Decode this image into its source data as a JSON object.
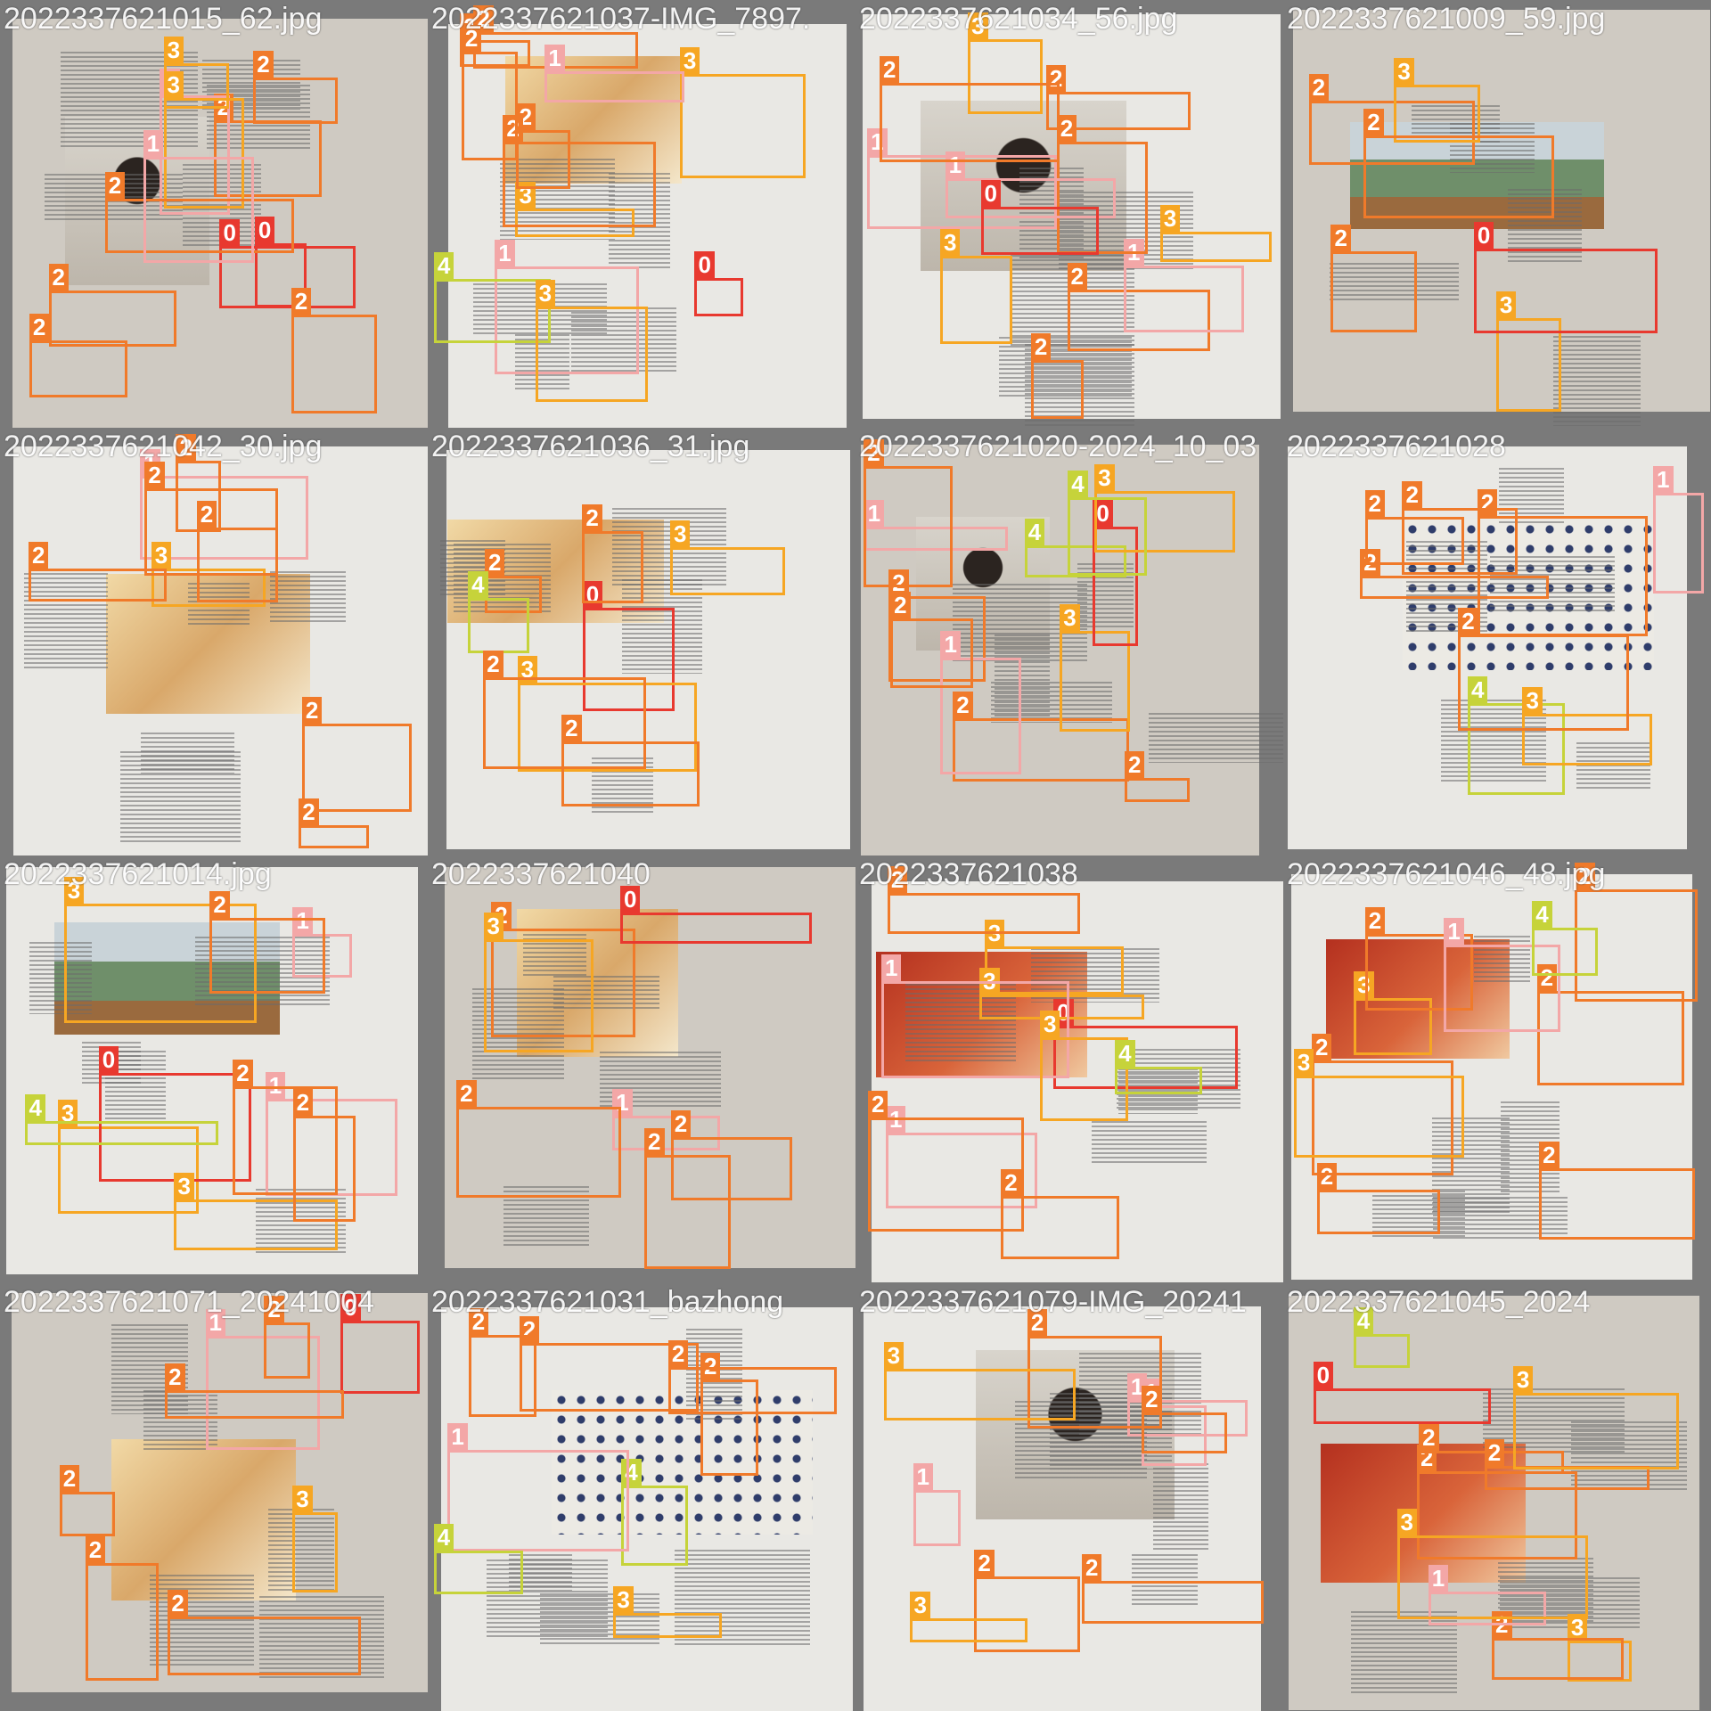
{
  "grid": {
    "rows": 4,
    "cols": 4
  },
  "colors": {
    "class0": "#e8392f",
    "class1": "#f3a7a7",
    "class2": "#f07a2a",
    "class3": "#f6a623",
    "class4": "#c6d33a"
  },
  "tiles": [
    {
      "filename": "2022337621015_62.jpg",
      "bg": "person"
    },
    {
      "filename": "2022337621037-IMG_7897.",
      "bg": "cartoon"
    },
    {
      "filename": "2022337621034_56.jpg",
      "bg": "person"
    },
    {
      "filename": "2022337621009_59.jpg",
      "bg": "landscape"
    },
    {
      "filename": "2022337621042_30.jpg",
      "bg": "cartoon"
    },
    {
      "filename": "2022337621036_31.jpg",
      "bg": "cartoon"
    },
    {
      "filename": "2022337621020-2024_10_03",
      "bg": "person"
    },
    {
      "filename": "2022337621028",
      "bg": "dots"
    },
    {
      "filename": "2022337621014.jpg",
      "bg": "landscape"
    },
    {
      "filename": "2022337621040",
      "bg": "cartoon"
    },
    {
      "filename": "2022337621038",
      "bg": "red"
    },
    {
      "filename": "2022337621046_48.jpg",
      "bg": "red"
    },
    {
      "filename": "2022337621071_20241004",
      "bg": "cartoon"
    },
    {
      "filename": "2022337621031_bazhong",
      "bg": "dots"
    },
    {
      "filename": "2022337621079-IMG_20241",
      "bg": "person"
    },
    {
      "filename": "2022337621045_2024",
      "bg": "red"
    }
  ],
  "detections": [
    [
      {
        "c": 2,
        "l": "2"
      },
      {
        "c": 1,
        "l": "1"
      },
      {
        "c": 2,
        "l": "2"
      },
      {
        "c": 2,
        "l": "2"
      },
      {
        "c": 3,
        "l": "3"
      },
      {
        "c": 0,
        "l": "0"
      },
      {
        "c": 3,
        "l": "3"
      },
      {
        "c": 0,
        "l": "0"
      },
      {
        "c": 2,
        "l": "2"
      },
      {
        "c": 1,
        "l": "1"
      },
      {
        "c": 2,
        "l": "2"
      },
      {
        "c": 2,
        "l": "2"
      }
    ],
    [
      {
        "c": 0,
        "l": "0"
      },
      {
        "c": 1,
        "l": "1"
      },
      {
        "c": 2,
        "l": "2"
      },
      {
        "c": 3,
        "l": "3"
      },
      {
        "c": 3,
        "l": "3"
      },
      {
        "c": 2,
        "l": "2"
      },
      {
        "c": 2,
        "l": "2"
      },
      {
        "c": 1,
        "l": "1"
      },
      {
        "c": 4,
        "l": "4"
      },
      {
        "c": 3,
        "l": "3"
      },
      {
        "c": 2,
        "l": "2"
      },
      {
        "c": 2,
        "l": "2"
      }
    ],
    [
      {
        "c": 3,
        "l": "3"
      },
      {
        "c": 2,
        "l": "2"
      },
      {
        "c": 1,
        "l": "1"
      },
      {
        "c": 2,
        "l": "2"
      },
      {
        "c": 2,
        "l": "2"
      },
      {
        "c": 3,
        "l": "3"
      },
      {
        "c": 1,
        "l": "1"
      },
      {
        "c": 3,
        "l": "3"
      },
      {
        "c": 2,
        "l": "2"
      },
      {
        "c": 1,
        "l": "1"
      },
      {
        "c": 2,
        "l": "2"
      },
      {
        "c": 0,
        "l": "0"
      }
    ],
    [
      {
        "c": 2,
        "l": "2"
      },
      {
        "c": 3,
        "l": "3"
      },
      {
        "c": 3,
        "l": "3"
      },
      {
        "c": 0,
        "l": "0"
      },
      {
        "c": 2,
        "l": "2"
      },
      {
        "c": 2,
        "l": "2"
      }
    ],
    [
      {
        "c": 1,
        "l": "1"
      },
      {
        "c": 3,
        "l": "3"
      },
      {
        "c": 2,
        "l": "2"
      },
      {
        "c": 2,
        "l": "2"
      },
      {
        "c": 2,
        "l": "2"
      },
      {
        "c": 2,
        "l": "2"
      },
      {
        "c": 2,
        "l": "2"
      },
      {
        "c": 2,
        "l": "2"
      }
    ],
    [
      {
        "c": 2,
        "l": "2"
      },
      {
        "c": 4,
        "l": "4"
      },
      {
        "c": 0,
        "l": "0"
      },
      {
        "c": 3,
        "l": "3"
      },
      {
        "c": 3,
        "l": "3"
      },
      {
        "c": 2,
        "l": "2"
      },
      {
        "c": 2,
        "l": "2"
      },
      {
        "c": 2,
        "l": "2"
      }
    ],
    [
      {
        "c": 2,
        "l": "2"
      },
      {
        "c": 3,
        "l": "3"
      },
      {
        "c": 2,
        "l": "2"
      },
      {
        "c": 4,
        "l": "4"
      },
      {
        "c": 0,
        "l": "0"
      },
      {
        "c": 1,
        "l": "1"
      },
      {
        "c": 3,
        "l": "3"
      },
      {
        "c": 2,
        "l": "2"
      },
      {
        "c": 1,
        "l": "1"
      },
      {
        "c": 2,
        "l": "2"
      },
      {
        "c": 4,
        "l": "4"
      },
      {
        "c": 2,
        "l": "2"
      }
    ],
    [
      {
        "c": 2,
        "l": "2"
      },
      {
        "c": 2,
        "l": "2"
      },
      {
        "c": 4,
        "l": "4"
      },
      {
        "c": 3,
        "l": "3"
      },
      {
        "c": 2,
        "l": "2"
      },
      {
        "c": 1,
        "l": "1"
      },
      {
        "c": 2,
        "l": "2"
      },
      {
        "c": 2,
        "l": "2"
      }
    ],
    [
      {
        "c": 3,
        "l": "3"
      },
      {
        "c": 0,
        "l": "0"
      },
      {
        "c": 1,
        "l": "1"
      },
      {
        "c": 2,
        "l": "2"
      },
      {
        "c": 4,
        "l": "4"
      },
      {
        "c": 3,
        "l": "3"
      },
      {
        "c": 3,
        "l": "3"
      },
      {
        "c": 1,
        "l": "1"
      },
      {
        "c": 2,
        "l": "2"
      },
      {
        "c": 2,
        "l": "2"
      }
    ],
    [
      {
        "c": 2,
        "l": "2"
      },
      {
        "c": 0,
        "l": "0"
      },
      {
        "c": 1,
        "l": "1"
      },
      {
        "c": 3,
        "l": "3"
      },
      {
        "c": 2,
        "l": "2"
      },
      {
        "c": 2,
        "l": "2"
      },
      {
        "c": 2,
        "l": "2"
      }
    ],
    [
      {
        "c": 1,
        "l": "1"
      },
      {
        "c": 0,
        "l": "0"
      },
      {
        "c": 3,
        "l": "3"
      },
      {
        "c": 2,
        "l": "2"
      },
      {
        "c": 2,
        "l": "2"
      },
      {
        "c": 2,
        "l": "2"
      },
      {
        "c": 3,
        "l": "3"
      },
      {
        "c": 1,
        "l": "1"
      },
      {
        "c": 3,
        "l": "3"
      },
      {
        "c": 4,
        "l": "4"
      }
    ],
    [
      {
        "c": 2,
        "l": "2"
      },
      {
        "c": 2,
        "l": "2"
      },
      {
        "c": 3,
        "l": "3"
      },
      {
        "c": 2,
        "l": "2"
      },
      {
        "c": 2,
        "l": "2"
      },
      {
        "c": 1,
        "l": "1"
      },
      {
        "c": 2,
        "l": "2"
      },
      {
        "c": 3,
        "l": "3"
      },
      {
        "c": 4,
        "l": "4"
      },
      {
        "c": 2,
        "l": "2"
      }
    ],
    [
      {
        "c": 0,
        "l": "0"
      },
      {
        "c": 1,
        "l": "1"
      },
      {
        "c": 3,
        "l": "3"
      },
      {
        "c": 2,
        "l": "2"
      },
      {
        "c": 2,
        "l": "2"
      },
      {
        "c": 2,
        "l": "2"
      },
      {
        "c": 2,
        "l": "2"
      },
      {
        "c": 2,
        "l": "2"
      }
    ],
    [
      {
        "c": 2,
        "l": "2"
      },
      {
        "c": 4,
        "l": "4"
      },
      {
        "c": 2,
        "l": "2"
      },
      {
        "c": 3,
        "l": "3"
      },
      {
        "c": 1,
        "l": "1"
      },
      {
        "c": 2,
        "l": "2"
      },
      {
        "c": 2,
        "l": "2"
      },
      {
        "c": 4,
        "l": "4"
      }
    ],
    [
      {
        "c": 1,
        "l": "1"
      },
      {
        "c": 2,
        "l": "2"
      },
      {
        "c": 2,
        "l": "2"
      },
      {
        "c": 1,
        "l": "1"
      },
      {
        "c": 3,
        "l": "3"
      },
      {
        "c": 2,
        "l": "2"
      },
      {
        "c": 2,
        "l": "2"
      },
      {
        "c": 1,
        "l": "1"
      },
      {
        "c": 3,
        "l": "3"
      }
    ],
    [
      {
        "c": 4,
        "l": "4"
      },
      {
        "c": 0,
        "l": "0"
      },
      {
        "c": 2,
        "l": "2"
      },
      {
        "c": 3,
        "l": "3"
      },
      {
        "c": 2,
        "l": "2"
      },
      {
        "c": 2,
        "l": "2"
      },
      {
        "c": 1,
        "l": "1"
      },
      {
        "c": 3,
        "l": "3"
      },
      {
        "c": 2,
        "l": "2"
      },
      {
        "c": 3,
        "l": "3"
      }
    ]
  ]
}
